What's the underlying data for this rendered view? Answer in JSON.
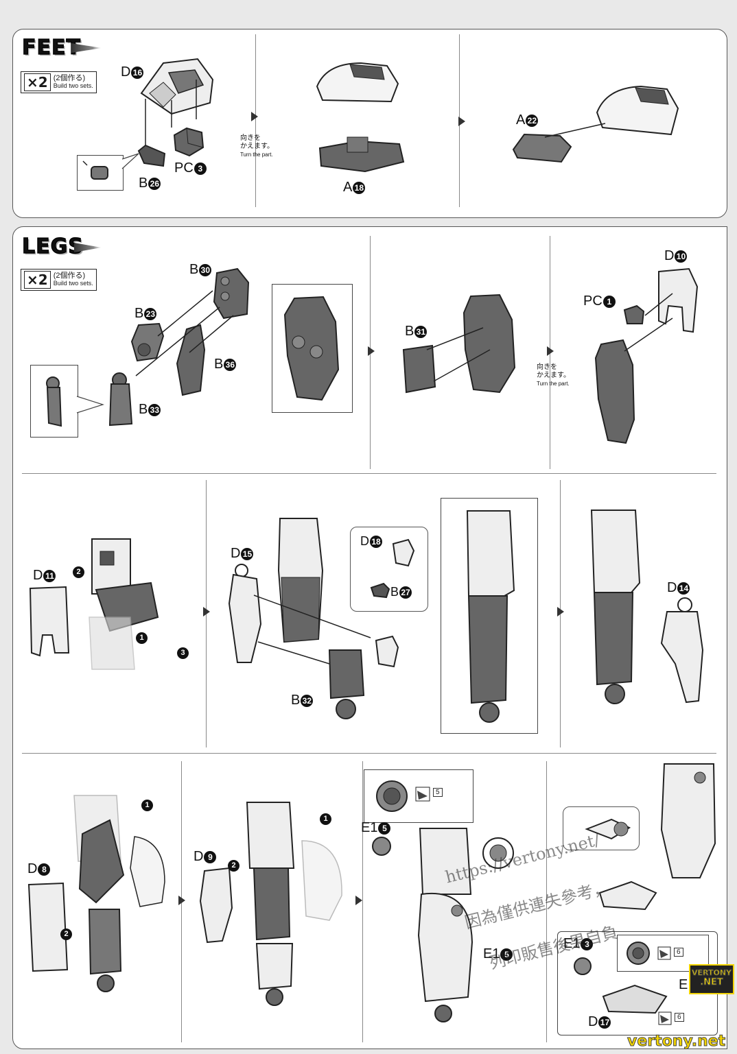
{
  "feet": {
    "title": "FEET",
    "multiplier": "×2",
    "jp_note": "(2個作る)",
    "en_note": "Build two sets.",
    "labels": {
      "d16": {
        "letter": "D",
        "num": "16"
      },
      "b26": {
        "letter": "B",
        "num": "26"
      },
      "pc3": {
        "letter": "PC",
        "num": "3"
      },
      "a18": {
        "letter": "A",
        "num": "18"
      },
      "a22": {
        "letter": "A",
        "num": "22"
      }
    },
    "turn_jp": "向きを",
    "turn_jp2": "かえます。",
    "turn_en": "Turn the part."
  },
  "legs": {
    "title": "LEGS",
    "multiplier": "×2",
    "jp_note": "(2個作る)",
    "en_note": "Build two sets.",
    "labels": {
      "b30": {
        "letter": "B",
        "num": "30"
      },
      "b23": {
        "letter": "B",
        "num": "23"
      },
      "b36": {
        "letter": "B",
        "num": "36"
      },
      "b33": {
        "letter": "B",
        "num": "33"
      },
      "b31": {
        "letter": "B",
        "num": "31"
      },
      "d10": {
        "letter": "D",
        "num": "10"
      },
      "pc1": {
        "letter": "PC",
        "num": "1"
      },
      "d11": {
        "letter": "D",
        "num": "11"
      },
      "d15": {
        "letter": "D",
        "num": "15"
      },
      "d18": {
        "letter": "D",
        "num": "18"
      },
      "b27": {
        "letter": "B",
        "num": "27"
      },
      "b32": {
        "letter": "B",
        "num": "32"
      },
      "d14": {
        "letter": "D",
        "num": "14"
      },
      "d8": {
        "letter": "D",
        "num": "8"
      },
      "d9": {
        "letter": "D",
        "num": "9"
      },
      "e15a": {
        "letter": "E1",
        "num": "5"
      },
      "e15b": {
        "letter": "E1",
        "num": "5"
      },
      "e13": {
        "letter": "E1",
        "num": "3"
      },
      "d17": {
        "letter": "D",
        "num": "17"
      },
      "e_partial": {
        "letter": "E",
        "num": ""
      }
    },
    "turn_jp": "向きを",
    "turn_jp2": "かえます。",
    "turn_en": "Turn the part.",
    "step_nums": [
      "1",
      "2",
      "3"
    ],
    "marker_5": "5",
    "marker_6": "6"
  },
  "watermark": {
    "line1": "https://vertony.net/",
    "line2": "因為僅供連失參考，",
    "line3": "列印販售後果自負",
    "badge_top": "VERTONY",
    "badge_bottom": ".NET",
    "footer": "vertony.net"
  }
}
